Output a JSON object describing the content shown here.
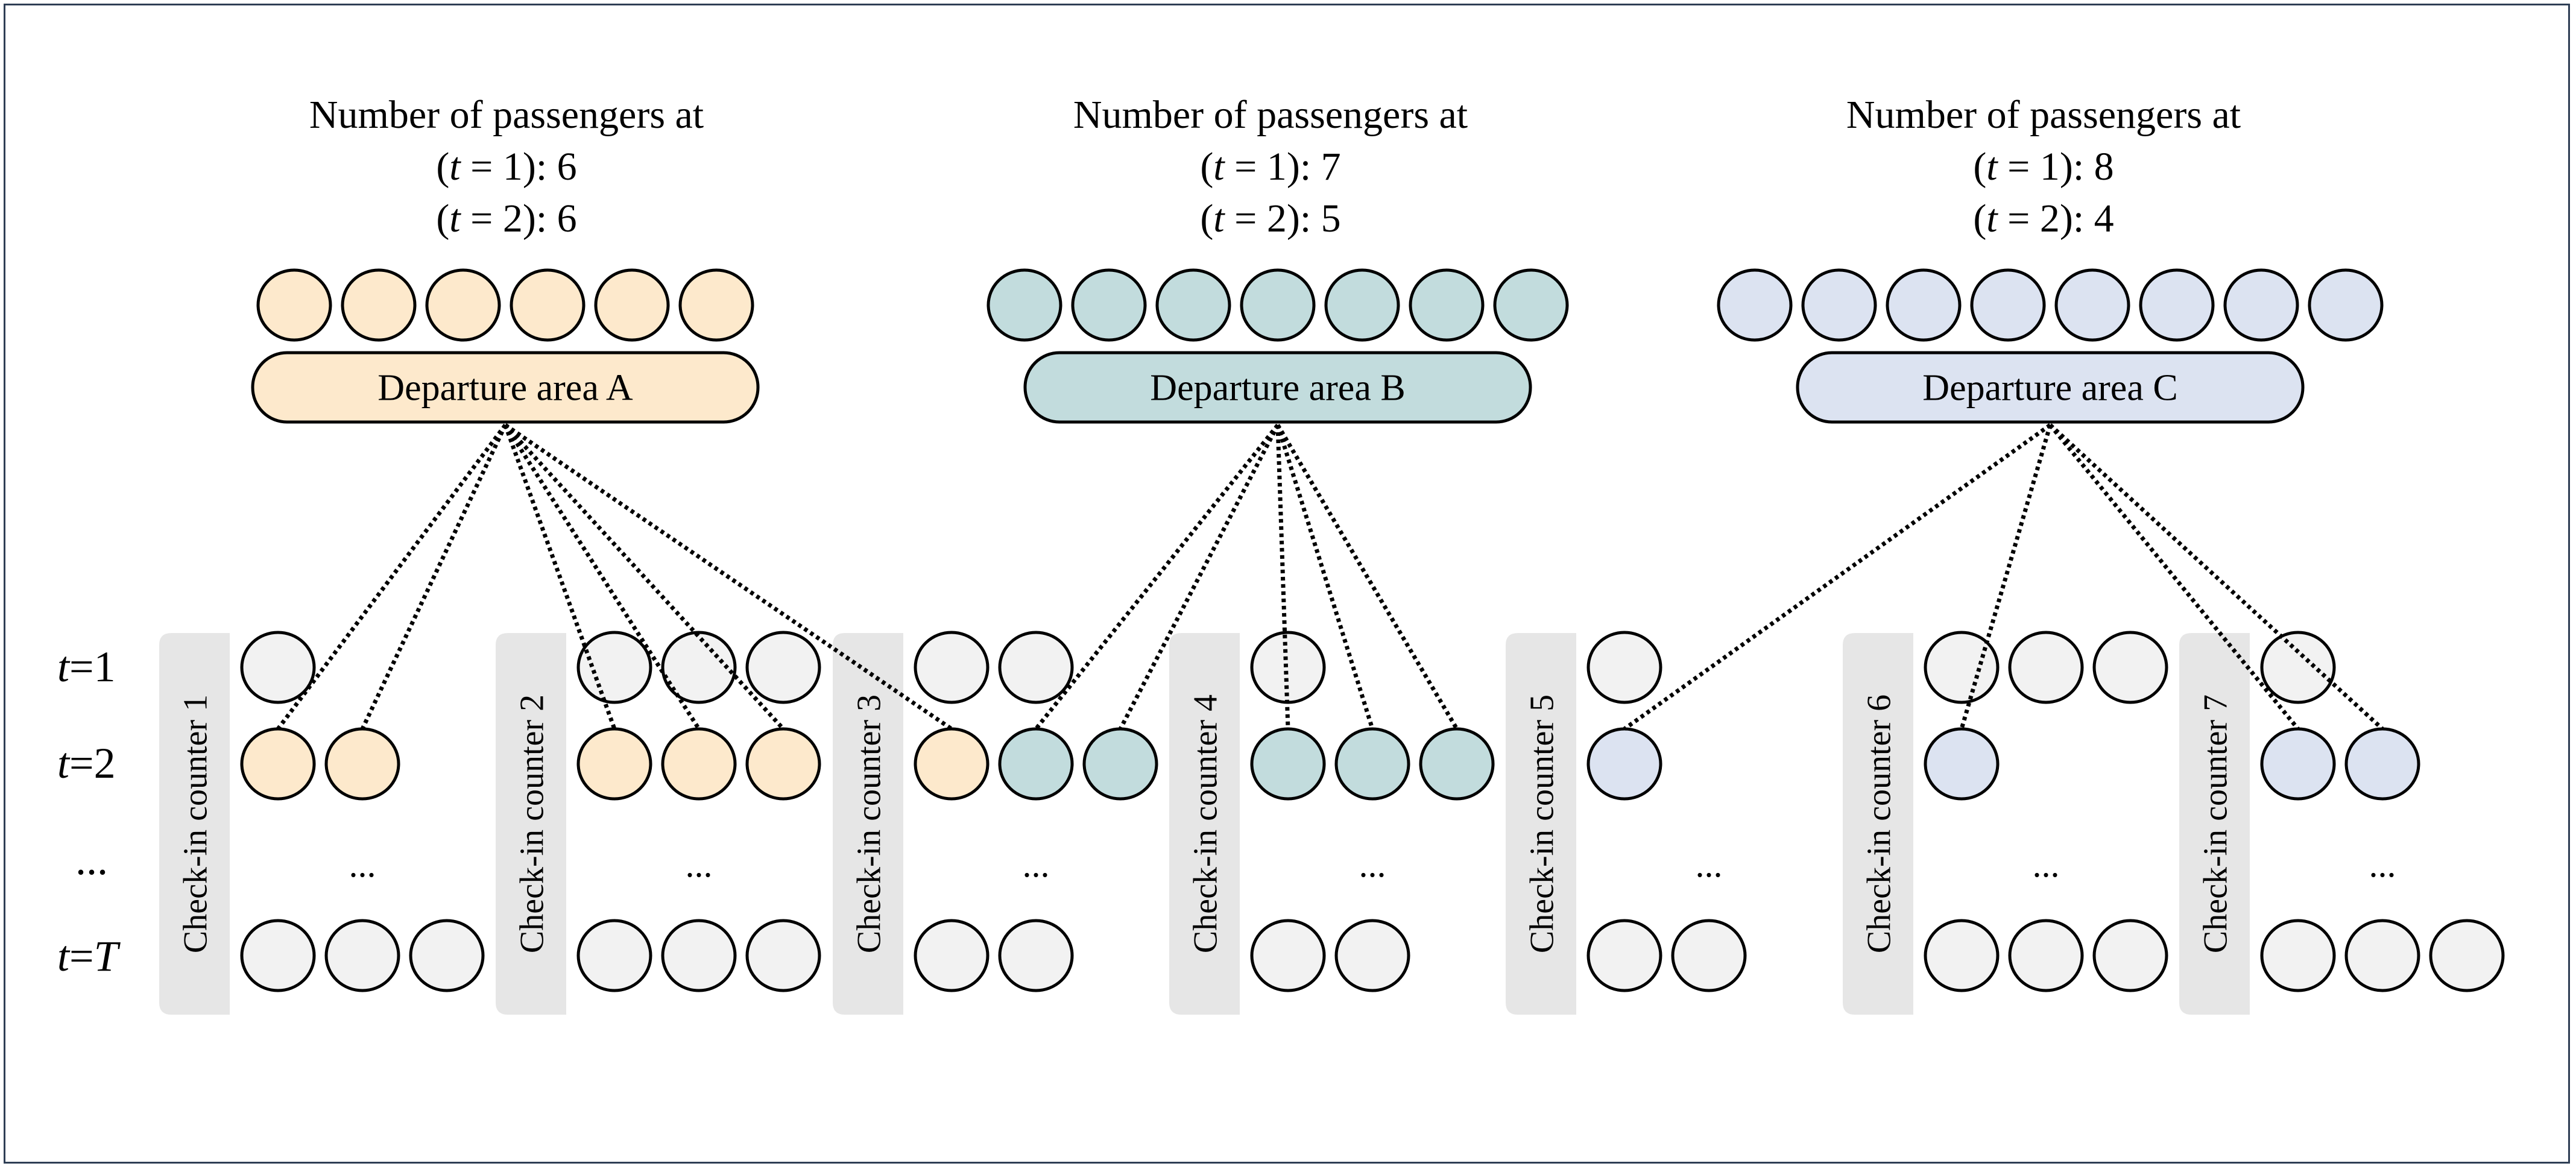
{
  "caption_prefix": "Number of  passengers at",
  "departure_areas": [
    {
      "id": "A",
      "label": "Departure area A",
      "t1_label": "(t = 1): 6",
      "t2_label": "(t = 2): 6",
      "t1_count": 6,
      "t2_count": 6,
      "waiting": 6,
      "color": "#fde9cc"
    },
    {
      "id": "B",
      "label": "Departure area B",
      "t1_label": "(t = 1): 7",
      "t2_label": "(t = 2): 5",
      "t1_count": 7,
      "t2_count": 5,
      "waiting": 7,
      "color": "#c2dcdd"
    },
    {
      "id": "C",
      "label": "Departure area C",
      "t1_label": "(t = 1): 8",
      "t2_label": "(t = 2): 4",
      "t1_count": 8,
      "t2_count": 4,
      "waiting": 8,
      "color": "#dce3f1"
    }
  ],
  "time_labels": [
    "t=1",
    "t=2",
    "...",
    "t=T"
  ],
  "idle_color": "#f2f2f2",
  "counter_band_color": "#e6e6e6",
  "counters": [
    {
      "label": "Check-in counter 1",
      "t1": [
        "idle"
      ],
      "t2": [
        "A",
        "A"
      ],
      "tT": [
        "idle",
        "idle",
        "idle"
      ]
    },
    {
      "label": "Check-in counter 2",
      "t1": [
        "idle",
        "idle",
        "idle"
      ],
      "t2": [
        "A",
        "A",
        "A"
      ],
      "tT": [
        "idle",
        "idle",
        "idle"
      ]
    },
    {
      "label": "Check-in counter 3",
      "t1": [
        "idle",
        "idle"
      ],
      "t2": [
        "A",
        "B",
        "B"
      ],
      "tT": [
        "idle",
        "idle"
      ]
    },
    {
      "label": "Check-in counter 4",
      "t1": [
        "idle"
      ],
      "t2": [
        "B",
        "B",
        "B"
      ],
      "tT": [
        "idle",
        "idle"
      ]
    },
    {
      "label": "Check-in counter 5",
      "t1": [
        "idle"
      ],
      "t2": [
        "C"
      ],
      "tT": [
        "idle",
        "idle"
      ]
    },
    {
      "label": "Check-in counter 6",
      "t1": [
        "idle",
        "idle",
        "idle"
      ],
      "t2": [
        "C"
      ],
      "tT": [
        "idle",
        "idle",
        "idle"
      ]
    },
    {
      "label": "Check-in counter 7",
      "t1": [
        "idle"
      ],
      "t2": [
        "C",
        "C"
      ],
      "tT": [
        "idle",
        "idle",
        "idle"
      ]
    }
  ],
  "ellipsis": "..."
}
